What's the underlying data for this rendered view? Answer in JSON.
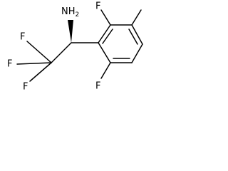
{
  "molecule": {
    "atoms": {
      "amine": {
        "label": "NH",
        "subscript": "2"
      },
      "f_top_left": {
        "label": "F"
      },
      "f_left": {
        "label": "F"
      },
      "f_bottom_left": {
        "label": "F"
      },
      "f_ring_top": {
        "label": "F"
      },
      "f_ring_bottom": {
        "label": "F"
      }
    },
    "bond_color": "#000000",
    "label_color": "#000000"
  }
}
